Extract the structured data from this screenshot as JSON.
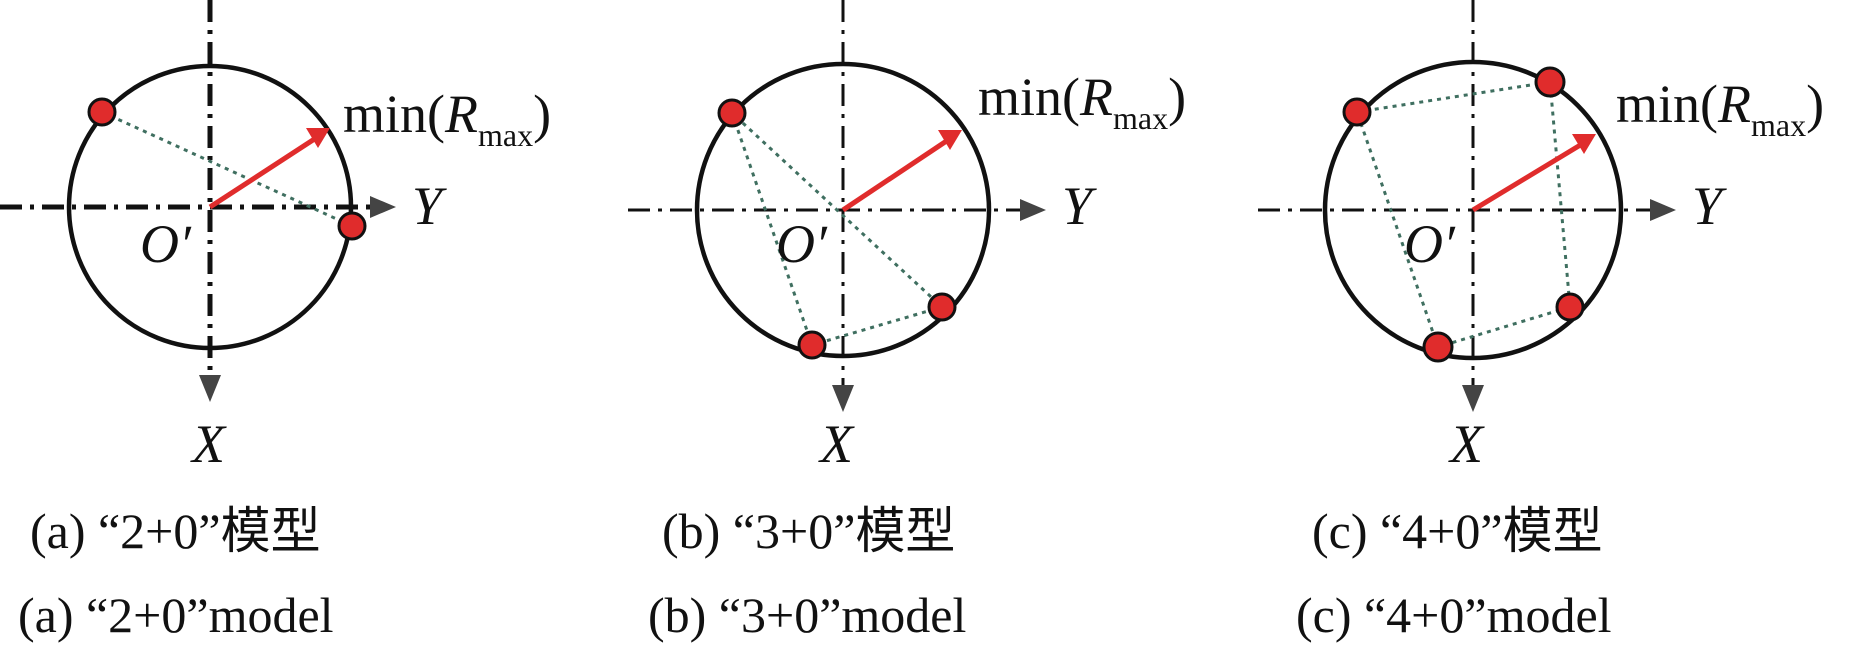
{
  "panels": [
    {
      "id": "a",
      "caption_cn": "(a) “2+0”模型",
      "caption_en": "(a) “2+0”model",
      "label_min": "min(",
      "label_R": "R",
      "label_sub": "max",
      "label_close": ")",
      "label_origin": "O′",
      "label_x": "X",
      "label_y": "Y"
    },
    {
      "id": "b",
      "caption_cn": "(b) “3+0”模型",
      "caption_en": "(b) “3+0”model",
      "label_min": "min(",
      "label_R": "R",
      "label_sub": "max",
      "label_close": ")",
      "label_origin": "O′",
      "label_x": "X",
      "label_y": "Y"
    },
    {
      "id": "c",
      "caption_cn": "(c) “4+0”模型",
      "caption_en": "(c) “4+0”model",
      "label_min": "min(",
      "label_R": "R",
      "label_sub": "max",
      "label_close": ")",
      "label_origin": "O′",
      "label_x": "X",
      "label_y": "Y"
    }
  ],
  "colors": {
    "points": "#e02c2c",
    "radius_arrow": "#e02c2c",
    "chords": "#3f6f60",
    "axes": "#111111"
  }
}
